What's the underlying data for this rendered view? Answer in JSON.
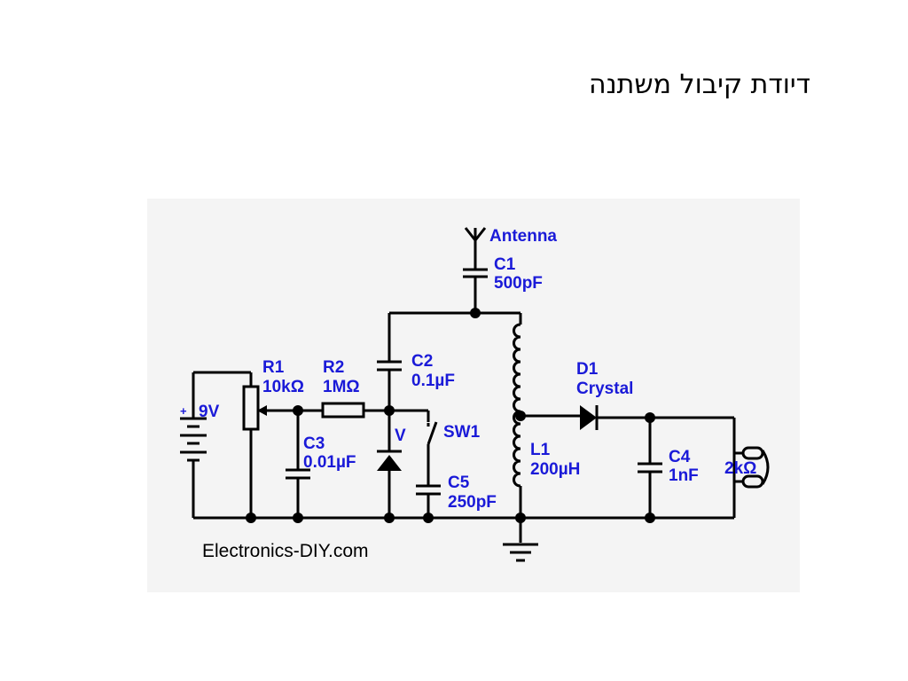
{
  "slide": {
    "title": "דיודת קיבול משתנה"
  },
  "schematic": {
    "components": {
      "antenna": {
        "label": "Antenna"
      },
      "c1": {
        "name": "C1",
        "value": "500pF"
      },
      "c2": {
        "name": "C2",
        "value": "0.1µF"
      },
      "c3": {
        "name": "C3",
        "value": "0.01µF"
      },
      "c4": {
        "name": "C4",
        "value": "1nF"
      },
      "c5": {
        "name": "C5",
        "value": "250pF"
      },
      "r1": {
        "name": "R1",
        "value": "10kΩ"
      },
      "r2": {
        "name": "R2",
        "value": "1MΩ"
      },
      "l1": {
        "name": "L1",
        "value": "200µH"
      },
      "d1": {
        "name": "D1",
        "value": "Crystal"
      },
      "varicap": {
        "label": "V"
      },
      "sw1": {
        "name": "SW1"
      },
      "battery": {
        "value": "9V",
        "polarity": "+"
      },
      "earphone": {
        "value": "2kΩ"
      }
    },
    "credit": "Electronics-DIY.com"
  }
}
